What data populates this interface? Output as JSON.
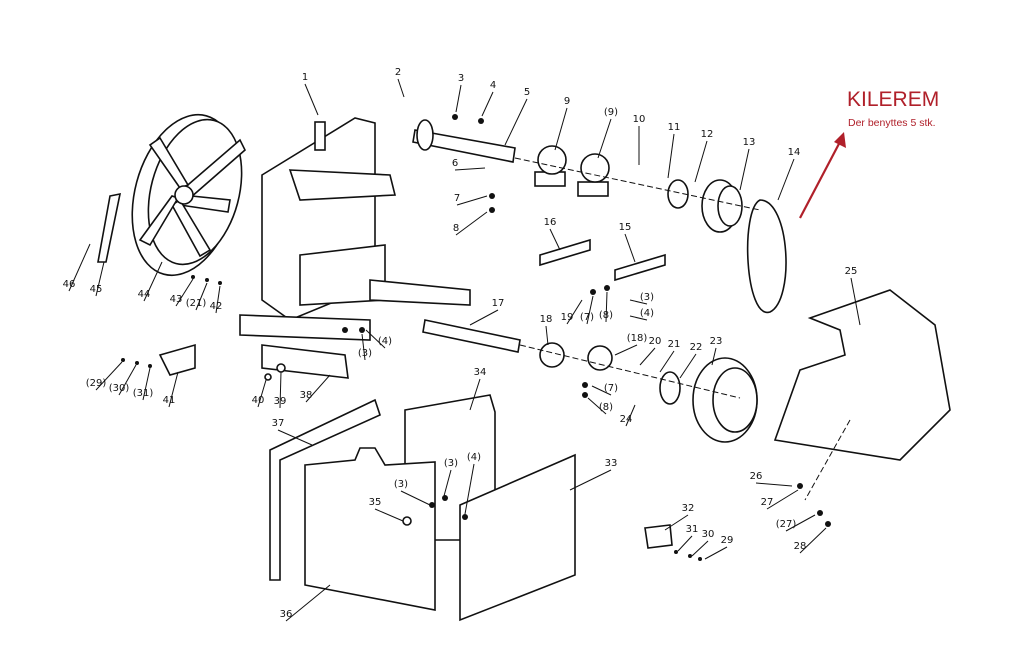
{
  "annotation": {
    "title": "KILEREM",
    "subtitle": "Der benyttes 5 stk.",
    "color": "#b0202a"
  },
  "labels": [
    "1",
    "2",
    "3",
    "4",
    "5",
    "6",
    "7",
    "8",
    "9",
    "(9)",
    "10",
    "11",
    "12",
    "13",
    "14",
    "16",
    "15",
    "17",
    "18",
    "19",
    "(7)",
    "(8)",
    "(3)",
    "(4)",
    "(18)",
    "20",
    "21",
    "22",
    "23",
    "(7)",
    "(8)",
    "24",
    "25",
    "26",
    "27",
    "(27)",
    "28",
    "29",
    "30",
    "31",
    "32",
    "33",
    "34",
    "(3)",
    "(4)",
    "(3)",
    "35",
    "36",
    "37",
    "38",
    "39",
    "40",
    "41",
    "(29)",
    "(30)",
    "(31)",
    "42",
    "(21)",
    "43",
    "44",
    "45",
    "46",
    "(3)",
    "(4)"
  ]
}
